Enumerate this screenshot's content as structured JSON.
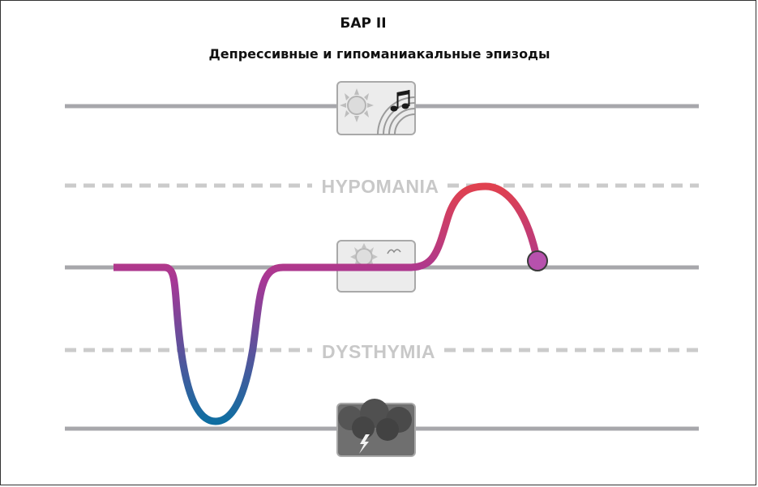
{
  "header": {
    "title": "БАР II",
    "subtitle": "Депрессивные и гипоманиакальные эпизоды"
  },
  "zones": {
    "hypomania_label": "HYPOMANIA",
    "dysthymia_label": "DYSTHYMIA"
  },
  "icons": {
    "mania": [
      "sun-icon",
      "music-note-icon",
      "rainbow-icon"
    ],
    "normal": [
      "sun-icon",
      "bird-icon"
    ],
    "depression": [
      "storm-cloud-icon",
      "lightning-icon"
    ]
  },
  "colors": {
    "mood_high": "#e0414f",
    "mood_mid": "#a73796",
    "mood_low": "#0f6ea1",
    "end_marker": "#b751ad"
  }
}
